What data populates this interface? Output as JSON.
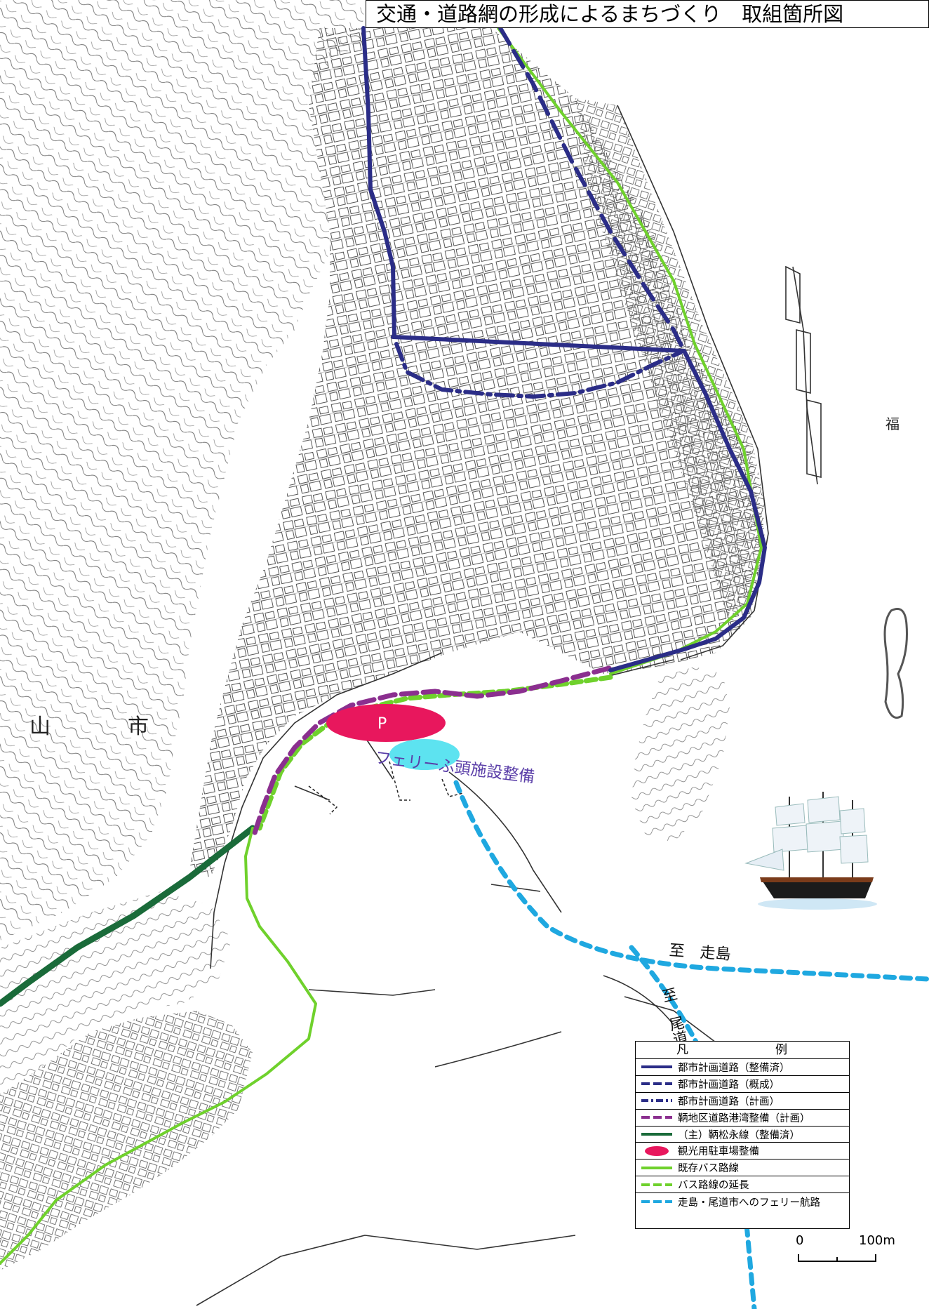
{
  "title": "交通・道路網の形成によるまちづくり　取組箇所図",
  "labels": {
    "ferry_terminal": "フェリーふ頭施設整備",
    "to_hashirijima": "至　走島",
    "to_onomichi": "至　尾道",
    "parking_mark": "P",
    "sea_name": "福",
    "mountain_name": "山　市"
  },
  "legend": {
    "heading": "凡　　例",
    "items": [
      {
        "label": "都市計画道路（整備済）",
        "color": "#2b2d87",
        "style": "solid"
      },
      {
        "label": "都市計画道路（概成）",
        "color": "#2b2d87",
        "style": "dashed"
      },
      {
        "label": "都市計画道路（計画）",
        "color": "#2b2d87",
        "style": "dashdot"
      },
      {
        "label": "鞆地区道路港湾整備（計画）",
        "color": "#8b2f8f",
        "style": "dashed"
      },
      {
        "label": "（主）鞆松永線（整備済）",
        "color": "#1a6b3a",
        "style": "solid"
      },
      {
        "label": "観光用駐車場整備",
        "color": "#e8175d",
        "style": "ellipse"
      },
      {
        "label": "既存バス路線",
        "color": "#6fd12c",
        "style": "solid"
      },
      {
        "label": "バス路線の延長",
        "color": "#6fd12c",
        "style": "dashed"
      },
      {
        "label": "走島・尾道市へのフェリー航路",
        "color": "#1fa8e0",
        "style": "dashed"
      }
    ]
  },
  "scale": {
    "start": "0",
    "end": "100m"
  },
  "colors": {
    "road_built": "#2b2d87",
    "harbor_plan": "#8b2f8f",
    "prefectural_road": "#1a6b3a",
    "parking": "#e8175d",
    "bus": "#6fd12c",
    "ferry_route": "#1fa8e0",
    "ferry_terminal": "#5de3f0"
  }
}
